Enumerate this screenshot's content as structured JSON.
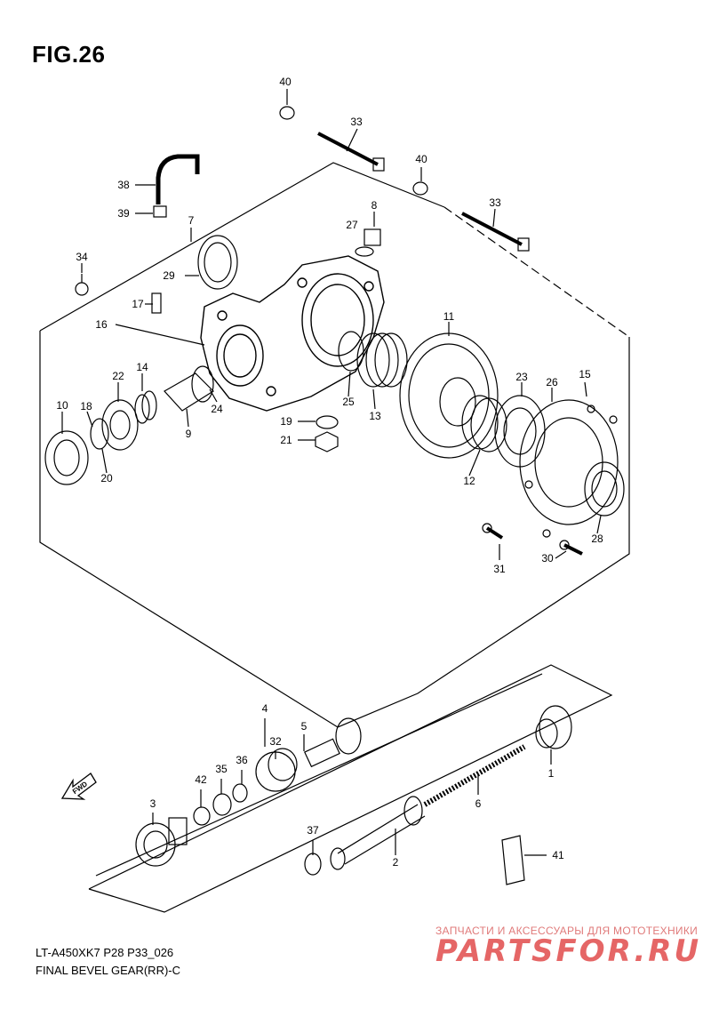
{
  "figure": {
    "title": "FIG.26",
    "model_line": "LT-A450XK7 P28 P33_026",
    "caption": "FINAL BEVEL GEAR(RR)-C"
  },
  "watermark": {
    "tagline": "ЗАПЧАСТИ И АКСЕССУАРЫ ДЛЯ МОТОТЕХНИКИ",
    "logo": "PARTSFOR.RU"
  },
  "fwd_label": "FWD",
  "callouts": [
    "40",
    "33",
    "40",
    "33",
    "38",
    "39",
    "7",
    "8",
    "27",
    "29",
    "34",
    "17",
    "16",
    "11",
    "23",
    "26",
    "15",
    "22",
    "14",
    "10",
    "18",
    "24",
    "9",
    "19",
    "21",
    "25",
    "13",
    "20",
    "12",
    "31",
    "30",
    "28",
    "4",
    "32",
    "5",
    "36",
    "35",
    "42",
    "3",
    "1",
    "6",
    "37",
    "2",
    "41"
  ]
}
